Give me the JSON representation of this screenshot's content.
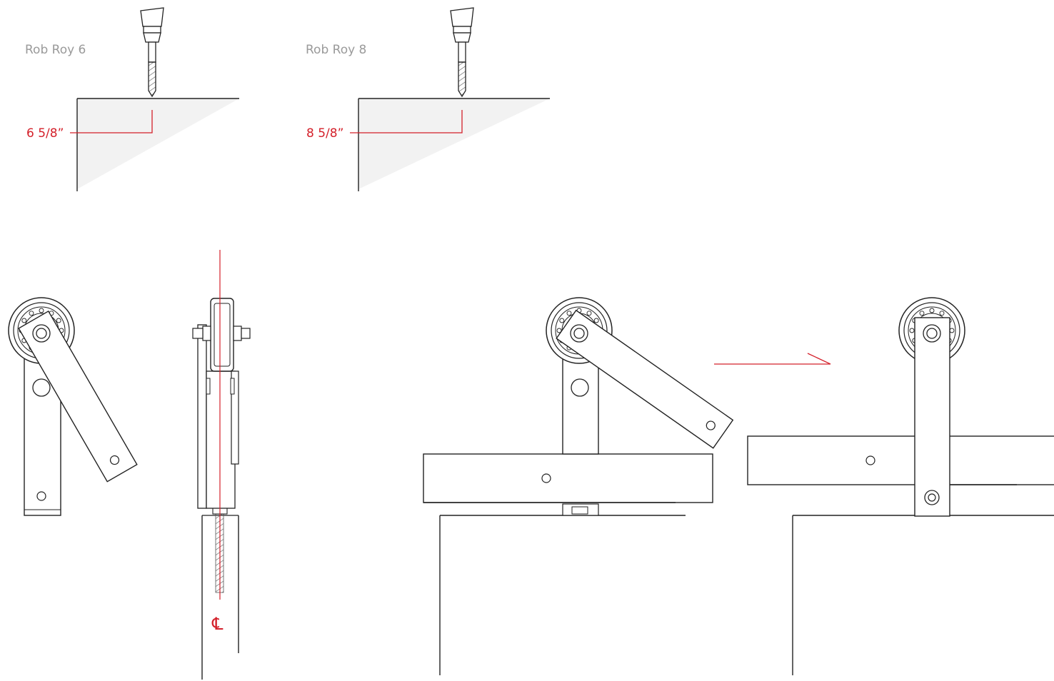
{
  "labels": {
    "rob_roy_6": "Rob Roy 6",
    "rob_roy_8": "Rob Roy 8",
    "dim_6": "6 5/8”",
    "dim_8": "8 5/8”",
    "centerline": "℄"
  },
  "colors": {
    "line": "#222222",
    "accent": "#d4202a",
    "label_gray": "#9a9a9a",
    "shade": "#f2f2f2"
  },
  "icons": [
    "drill-bit-icon",
    "wheel-icon",
    "arrow-right-icon",
    "centerline-icon"
  ]
}
